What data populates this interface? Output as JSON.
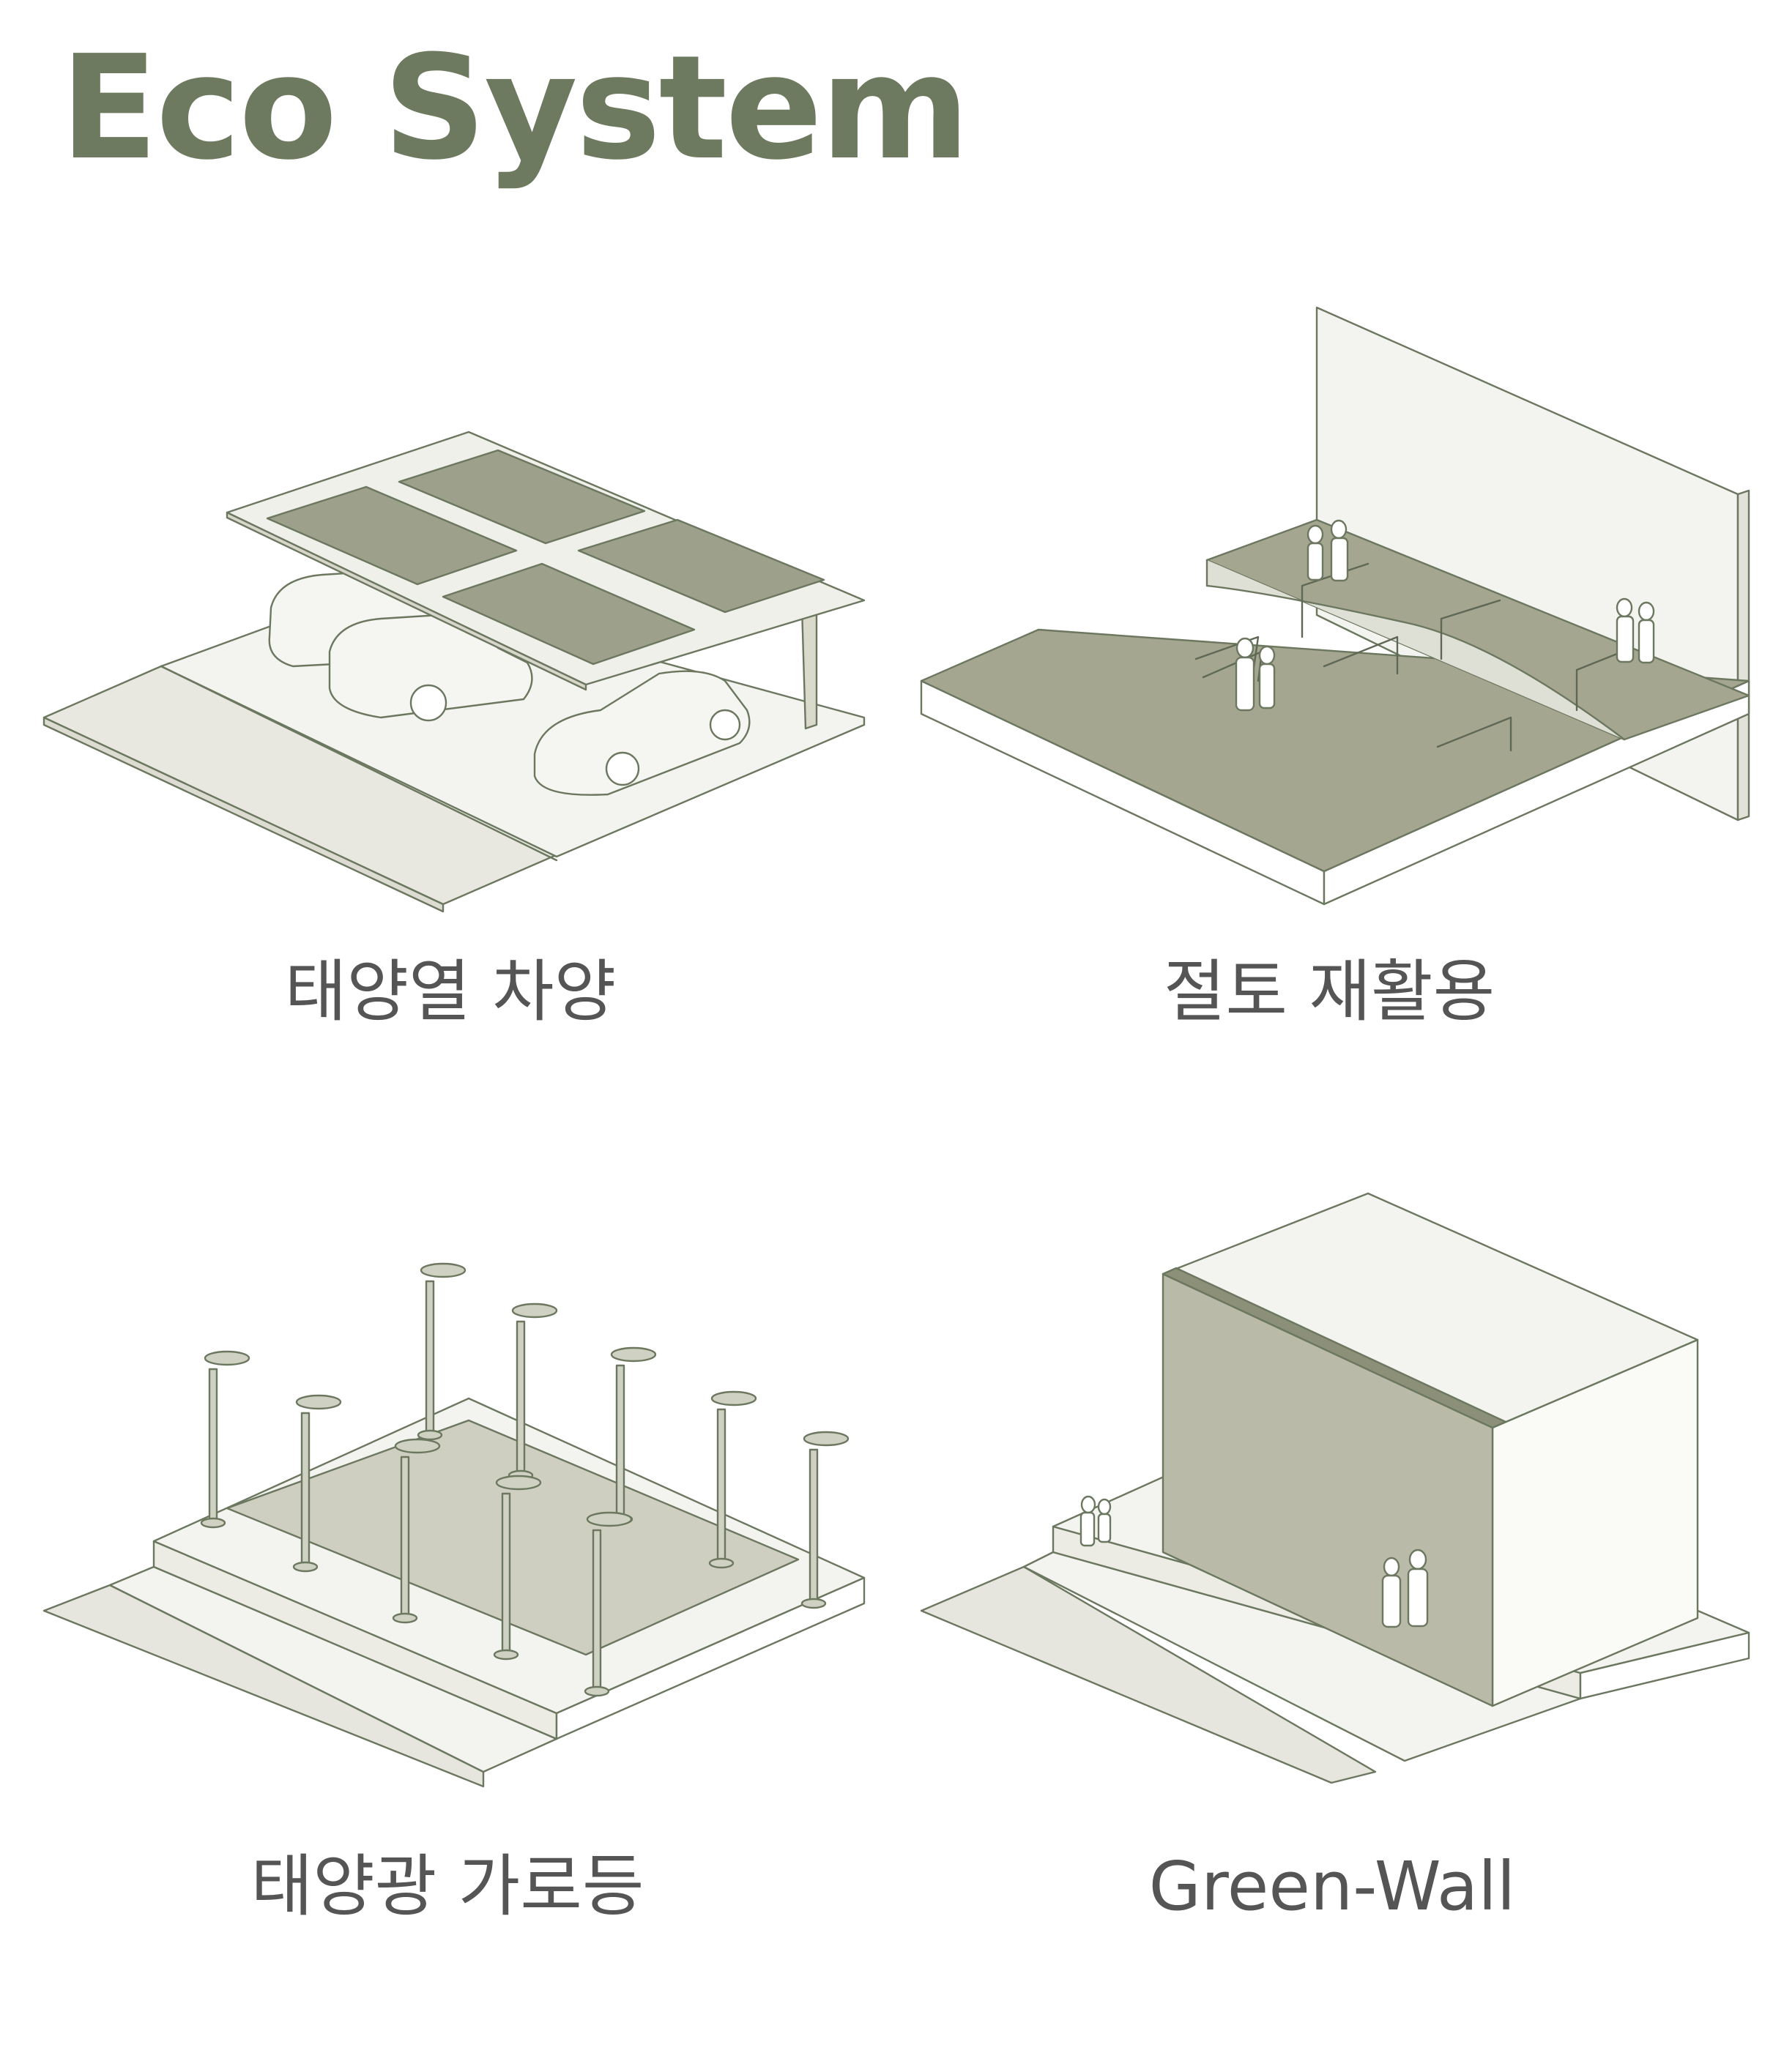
{
  "title": "Eco System",
  "colors": {
    "title": "#6e7a5f",
    "caption": "#555555",
    "line": "#6c7760",
    "olive_surface": "#a4a690",
    "olive_dark": "#8c9078",
    "green_wall": "#babaa9",
    "parking_lane": "#ceceC0",
    "panel_cell": "#9da08a",
    "light_ground": "#f3f3ef",
    "mid_ground": "#e6e6df"
  },
  "panels": [
    {
      "caption": "태양열 차양",
      "icon": "solar-carport-icon"
    },
    {
      "caption": "절토 재활용",
      "icon": "cut-earth-reuse-icon"
    },
    {
      "caption": "태양광 가로등",
      "icon": "solar-streetlight-icon"
    },
    {
      "caption": "Green-Wall",
      "icon": "green-wall-icon"
    }
  ]
}
